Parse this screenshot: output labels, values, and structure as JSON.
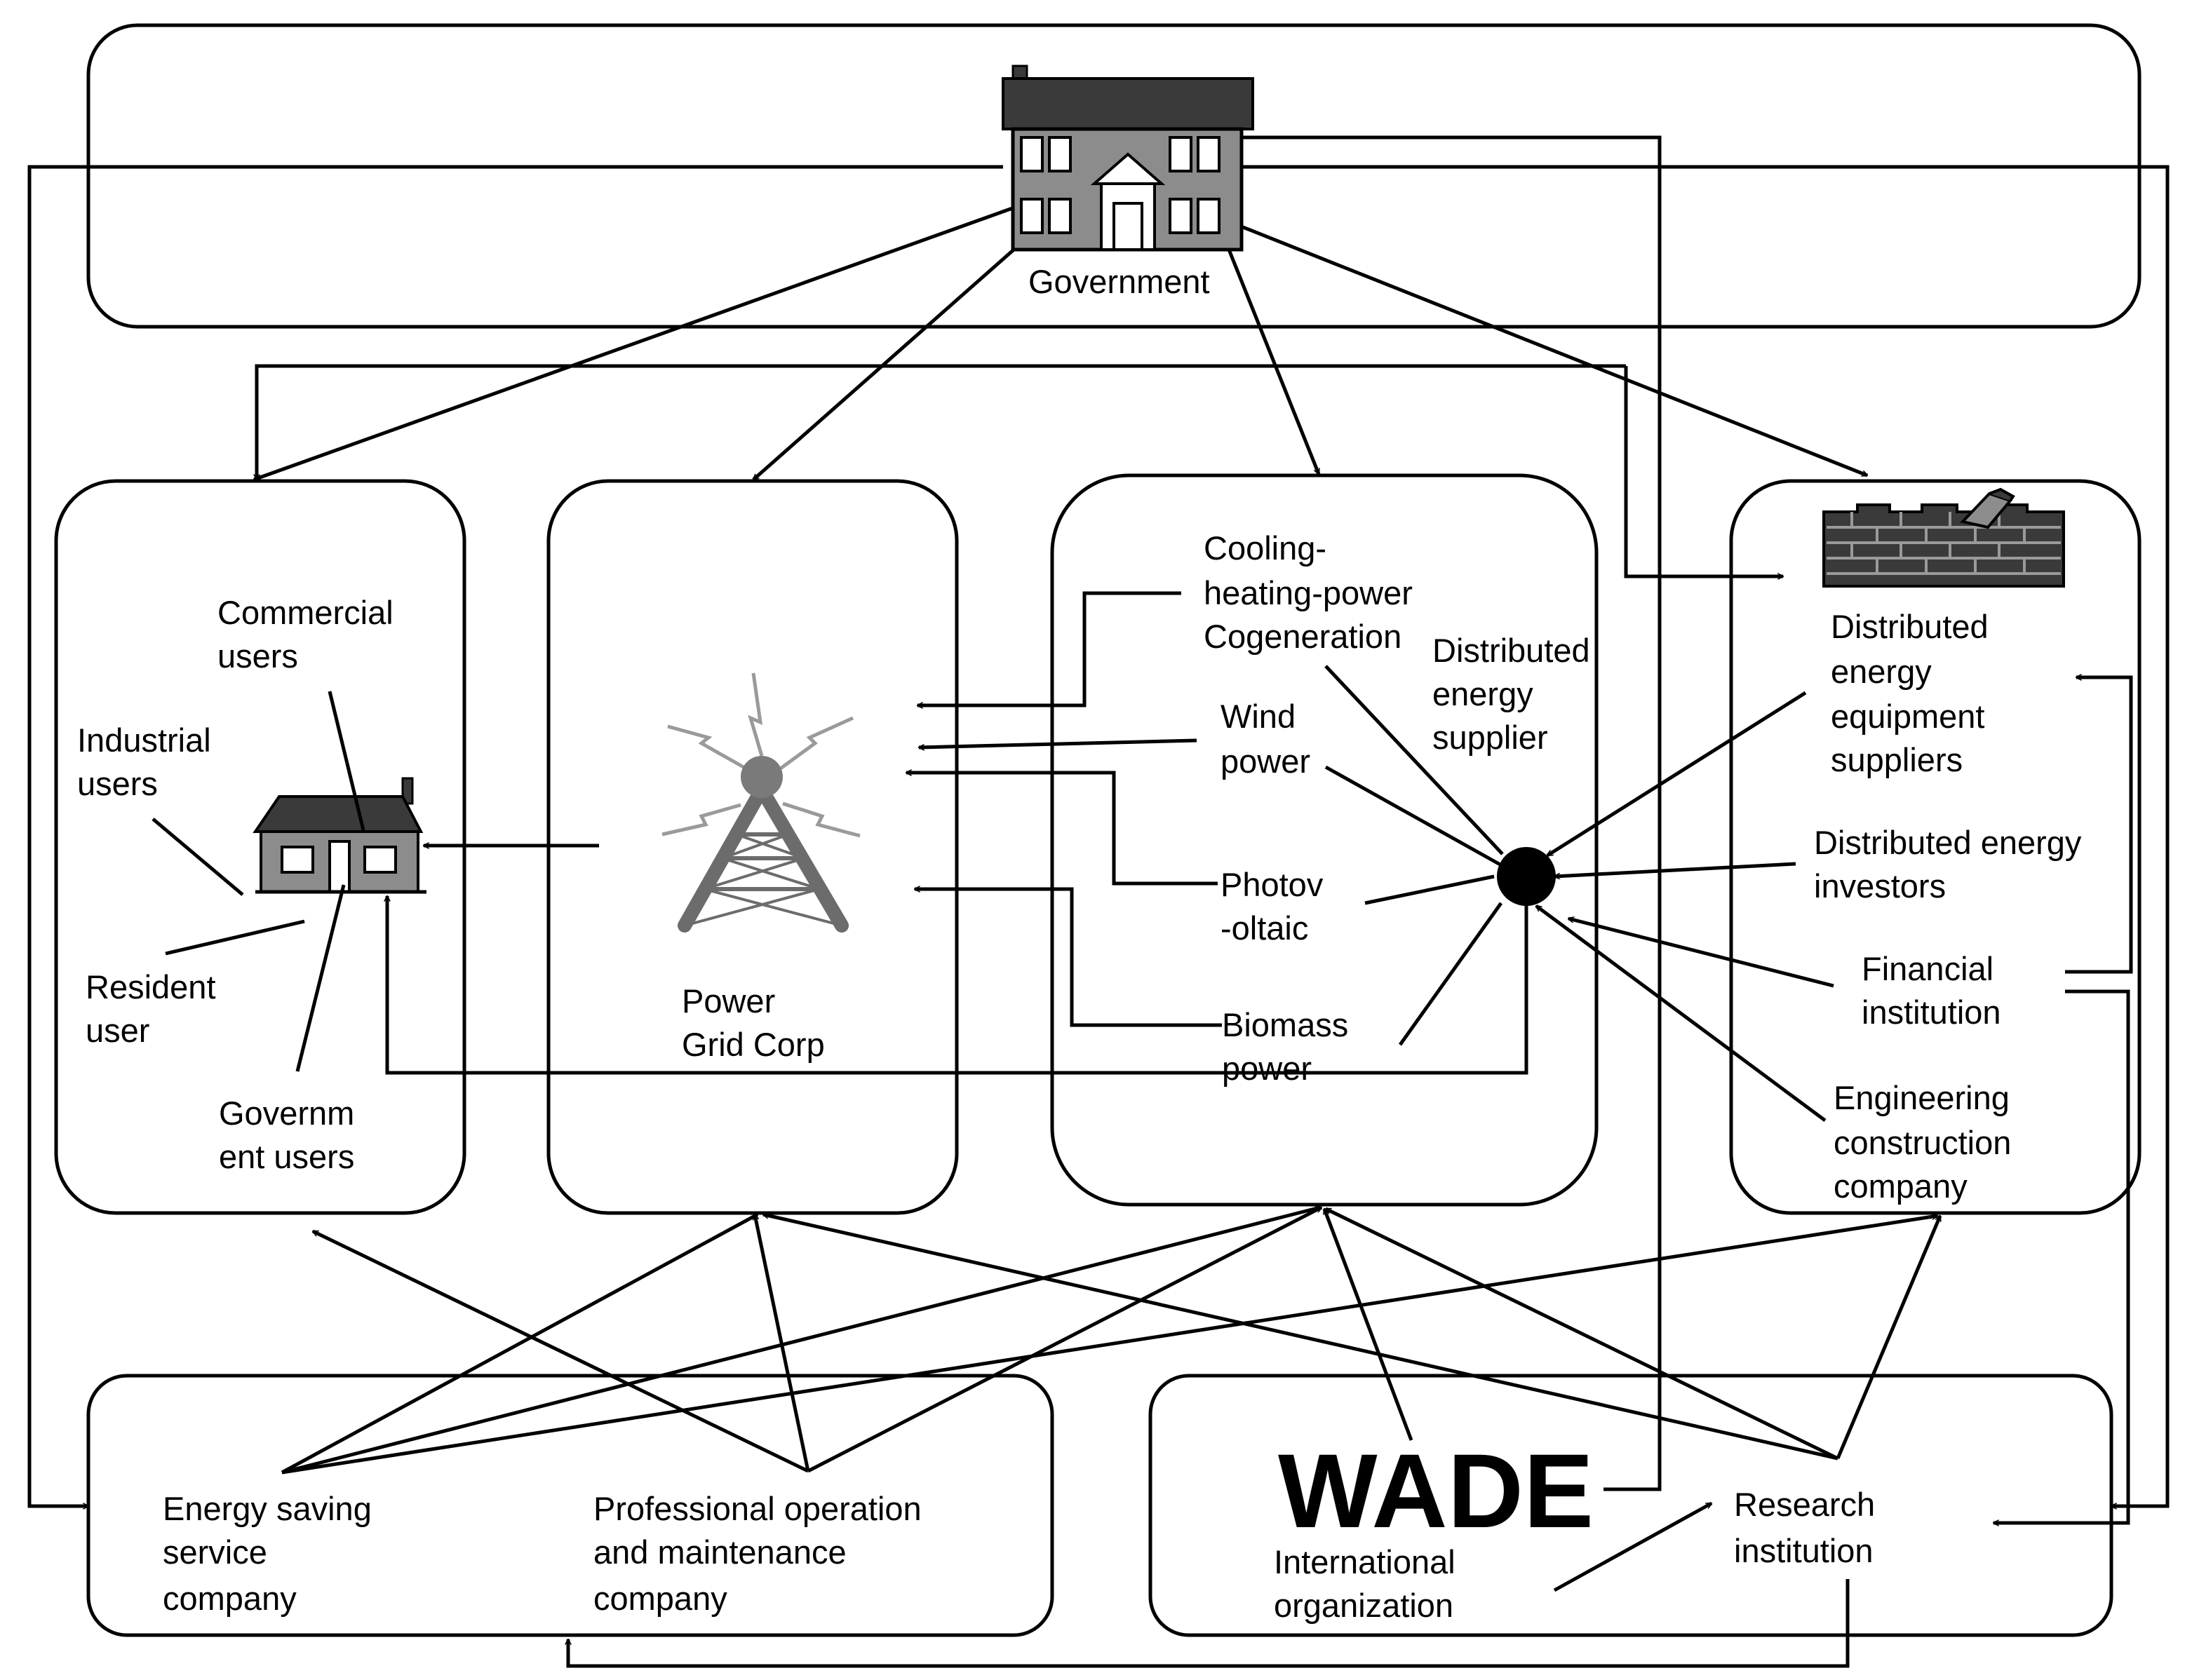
{
  "nodes": {
    "government": "Government",
    "commercial_users": [
      "Commercial",
      "users"
    ],
    "industrial_users": [
      "Industrial",
      "users"
    ],
    "resident_user": [
      "Resident",
      "user"
    ],
    "government_users": [
      "Governm",
      "ent users"
    ],
    "power_grid": [
      "Power",
      "Grid Corp"
    ],
    "cchp": [
      "Cooling-",
      "heating-power",
      "Cogeneration"
    ],
    "distributed_energy_supplier": [
      "Distributed",
      "energy",
      "supplier"
    ],
    "wind_power": [
      "Wind",
      "power"
    ],
    "photovoltaic": [
      "Photov",
      "-oltaic"
    ],
    "biomass_power": [
      "Biomass",
      "power"
    ],
    "equipment_suppliers": [
      "Distributed",
      "energy",
      "equipment",
      "suppliers"
    ],
    "investors": [
      "Distributed energy",
      "investors"
    ],
    "financial_institution": [
      "Financial",
      "institution"
    ],
    "engineering_company": [
      "Engineering",
      "construction",
      "company"
    ],
    "energy_saving_company": [
      "Energy saving",
      "service",
      "company"
    ],
    "om_company": [
      "Professional operation",
      "and maintenance",
      "company"
    ],
    "wade_logo": "WADE",
    "international_org": [
      "International",
      "organization"
    ],
    "research_institution": [
      "Research",
      "institution"
    ]
  },
  "icons": {
    "government": "government-building-icon",
    "users": "house-icon",
    "power_grid": "transmission-tower-icon",
    "equipment": "brick-wall-icon",
    "hub": "black-circle-hub-icon"
  },
  "colors": {
    "line": "#000000",
    "background": "#ffffff",
    "icon_fill": "#8c8c8c",
    "icon_dark": "#3a3a3a"
  }
}
